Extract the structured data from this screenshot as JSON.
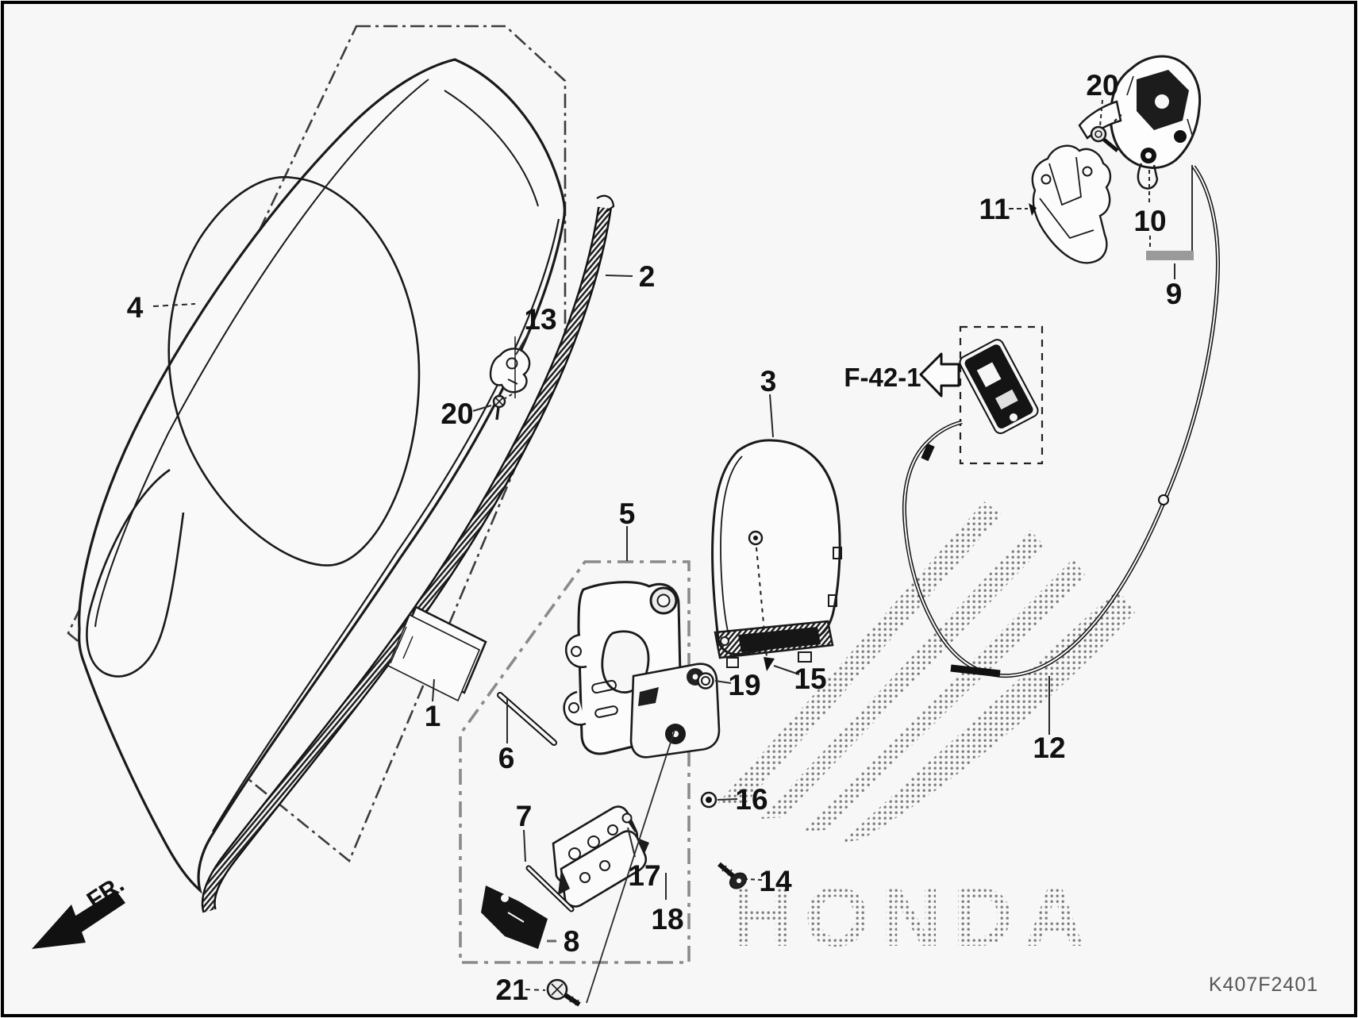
{
  "diagram": {
    "drawing_code": "K407F2401",
    "watermark_text": "HONDA",
    "front_direction_label": "FR.",
    "cross_reference": {
      "label": "F-42-1"
    },
    "callouts": [
      {
        "part": "1"
      },
      {
        "part": "2"
      },
      {
        "part": "3"
      },
      {
        "part": "4"
      },
      {
        "part": "5"
      },
      {
        "part": "6"
      },
      {
        "part": "7"
      },
      {
        "part": "8"
      },
      {
        "part": "9"
      },
      {
        "part": "10"
      },
      {
        "part": "11"
      },
      {
        "part": "12"
      },
      {
        "part": "13"
      },
      {
        "part": "14"
      },
      {
        "part": "15"
      },
      {
        "part": "16"
      },
      {
        "part": "17"
      },
      {
        "part": "18"
      },
      {
        "part": "19"
      },
      {
        "part": "20"
      },
      {
        "part": "20"
      },
      {
        "part": "21"
      }
    ],
    "colors": {
      "line": "#1a1a1a",
      "label": "#111111",
      "leader": "#2a2a2a",
      "frame": "#000000",
      "detail_box_dash": "#8a8a8a",
      "watermark_dots": "#333333",
      "code_text": "#565656",
      "background": "#f7f7f7"
    }
  }
}
